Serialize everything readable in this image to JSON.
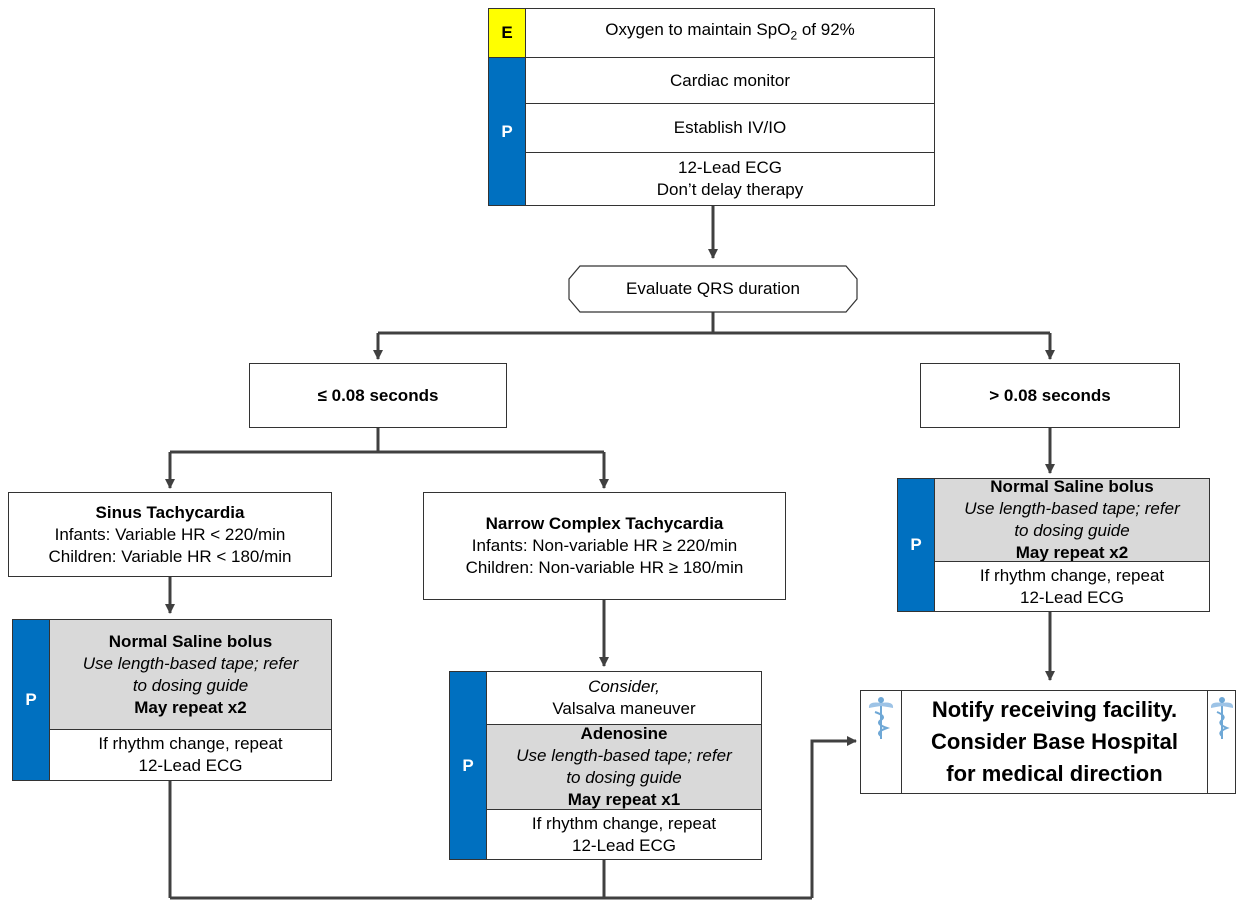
{
  "top": {
    "e_tag": "E",
    "p_tag": "P",
    "oxygen_prefix": "Oxygen to maintain SpO",
    "oxygen_sub": "2",
    "oxygen_suffix": " of 92%",
    "cardiac_monitor": "Cardiac monitor",
    "establish_iv": "Establish IV/IO",
    "ecg_line1": "12-Lead ECG",
    "ecg_line2": "Don’t delay therapy"
  },
  "evaluate": "Evaluate QRS duration",
  "narrow_qrs": "≤ 0.08 seconds",
  "wide_qrs": "> 0.08 seconds",
  "sinus": {
    "title": "Sinus Tachycardia",
    "infants": "Infants: Variable HR < 220/min",
    "children": "Children: Variable HR < 180/min"
  },
  "narrow_complex": {
    "title": "Narrow Complex Tachycardia",
    "infants": "Infants: Non-variable HR ≥ 220/min",
    "children": "Children: Non-variable HR ≥ 180/min"
  },
  "left_treatment": {
    "p_tag": "P",
    "title": "Normal Saline bolus",
    "dose_line1": "Use length-based tape; refer",
    "dose_line2": "to dosing guide",
    "repeat": "May repeat x2",
    "ecg_line1": "If rhythm change, repeat",
    "ecg_line2": "12-Lead ECG"
  },
  "middle_treatment": {
    "p_tag": "P",
    "consider": "Consider,",
    "valsalva": "Valsalva maneuver",
    "title": "Adenosine",
    "dose_line1": "Use length-based tape; refer",
    "dose_line2": "to dosing guide",
    "repeat": "May repeat x1",
    "ecg_line1": "If rhythm change, repeat",
    "ecg_line2": "12-Lead ECG"
  },
  "right_treatment": {
    "p_tag": "P",
    "title": "Normal Saline bolus",
    "dose_line1": "Use length-based tape; refer",
    "dose_line2": "to dosing guide",
    "repeat": "May repeat x2",
    "ecg_line1": "If rhythm change, repeat",
    "ecg_line2": "12-Lead ECG"
  },
  "notify": {
    "line1": "Notify receiving facility.",
    "line2": "Consider Base Hospital",
    "line3": "for medical direction",
    "icon": "caduceus-icon"
  },
  "colors": {
    "e_tag": "#ffff00",
    "p_tag": "#0070c0",
    "highlight": "#d9d9d9",
    "connector": "#404040"
  }
}
